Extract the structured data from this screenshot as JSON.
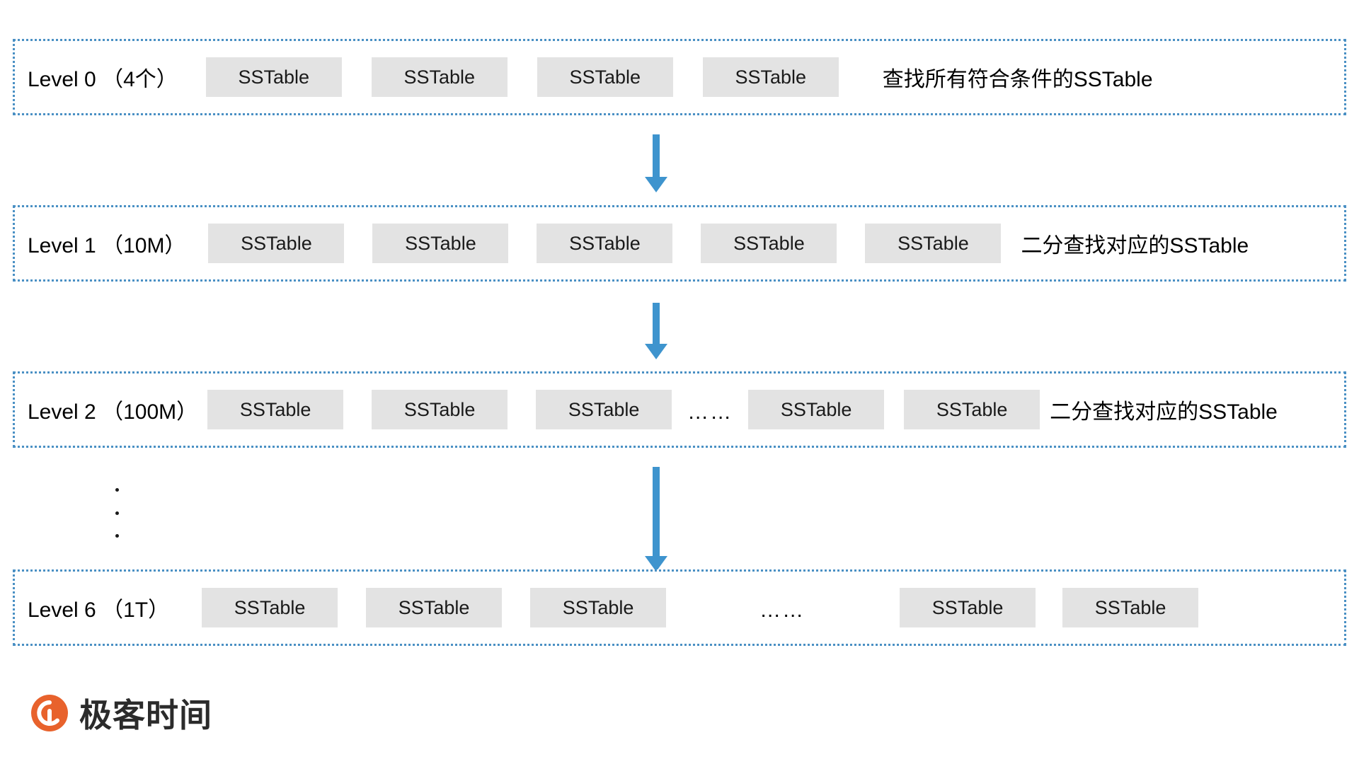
{
  "diagram": {
    "title": "LSM-Tree Leveled Compaction Lookup",
    "accent_color": "#3E94CE",
    "band_border_color": "#4A90C4",
    "sstable_fill": "#E3E3E3",
    "sstable_label": "SSTable",
    "ellipsis": "……",
    "levels": [
      {
        "label": "Level 0 （4个）",
        "level_name": "Level 0",
        "capacity": "4个",
        "sstable_count": 4,
        "annotation": "查找所有符合条件的SSTable",
        "has_inline_ellipsis": false
      },
      {
        "label": "Level 1 （10M）",
        "level_name": "Level 1",
        "capacity": "10M",
        "sstable_count": 5,
        "annotation": "二分查找对应的SSTable",
        "has_inline_ellipsis": false
      },
      {
        "label": "Level 2 （100M）",
        "level_name": "Level 2",
        "capacity": "100M",
        "sstable_count": 5,
        "annotation": "二分查找对应的SSTable",
        "has_inline_ellipsis": true
      },
      {
        "label": "Level 6 （1T）",
        "level_name": "Level 6",
        "capacity": "1T",
        "sstable_count": 5,
        "annotation": "",
        "has_inline_ellipsis": true
      }
    ]
  },
  "logo": {
    "text": "极客时间",
    "mark_color": "#E8622C"
  }
}
